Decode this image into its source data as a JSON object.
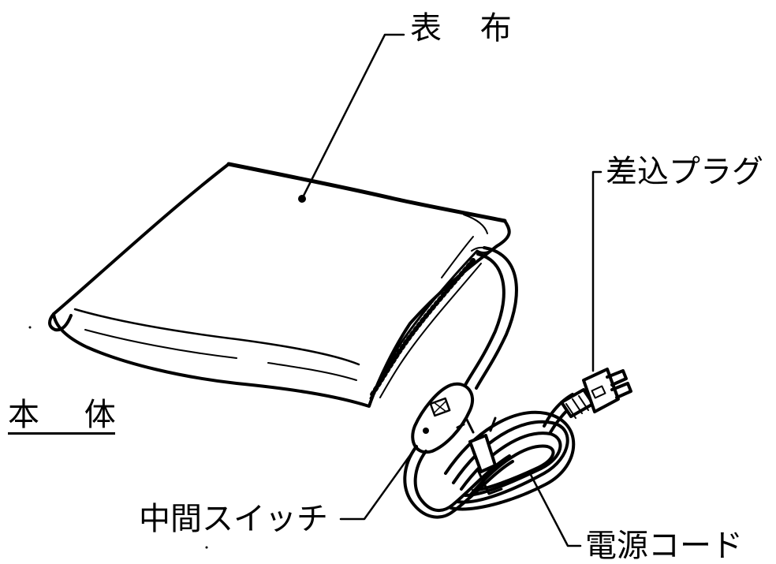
{
  "labels": {
    "cover": "表 布",
    "plug": "差込プラグ",
    "body": "本 体",
    "switch": "中間スイッチ",
    "cord": "電源コード"
  }
}
